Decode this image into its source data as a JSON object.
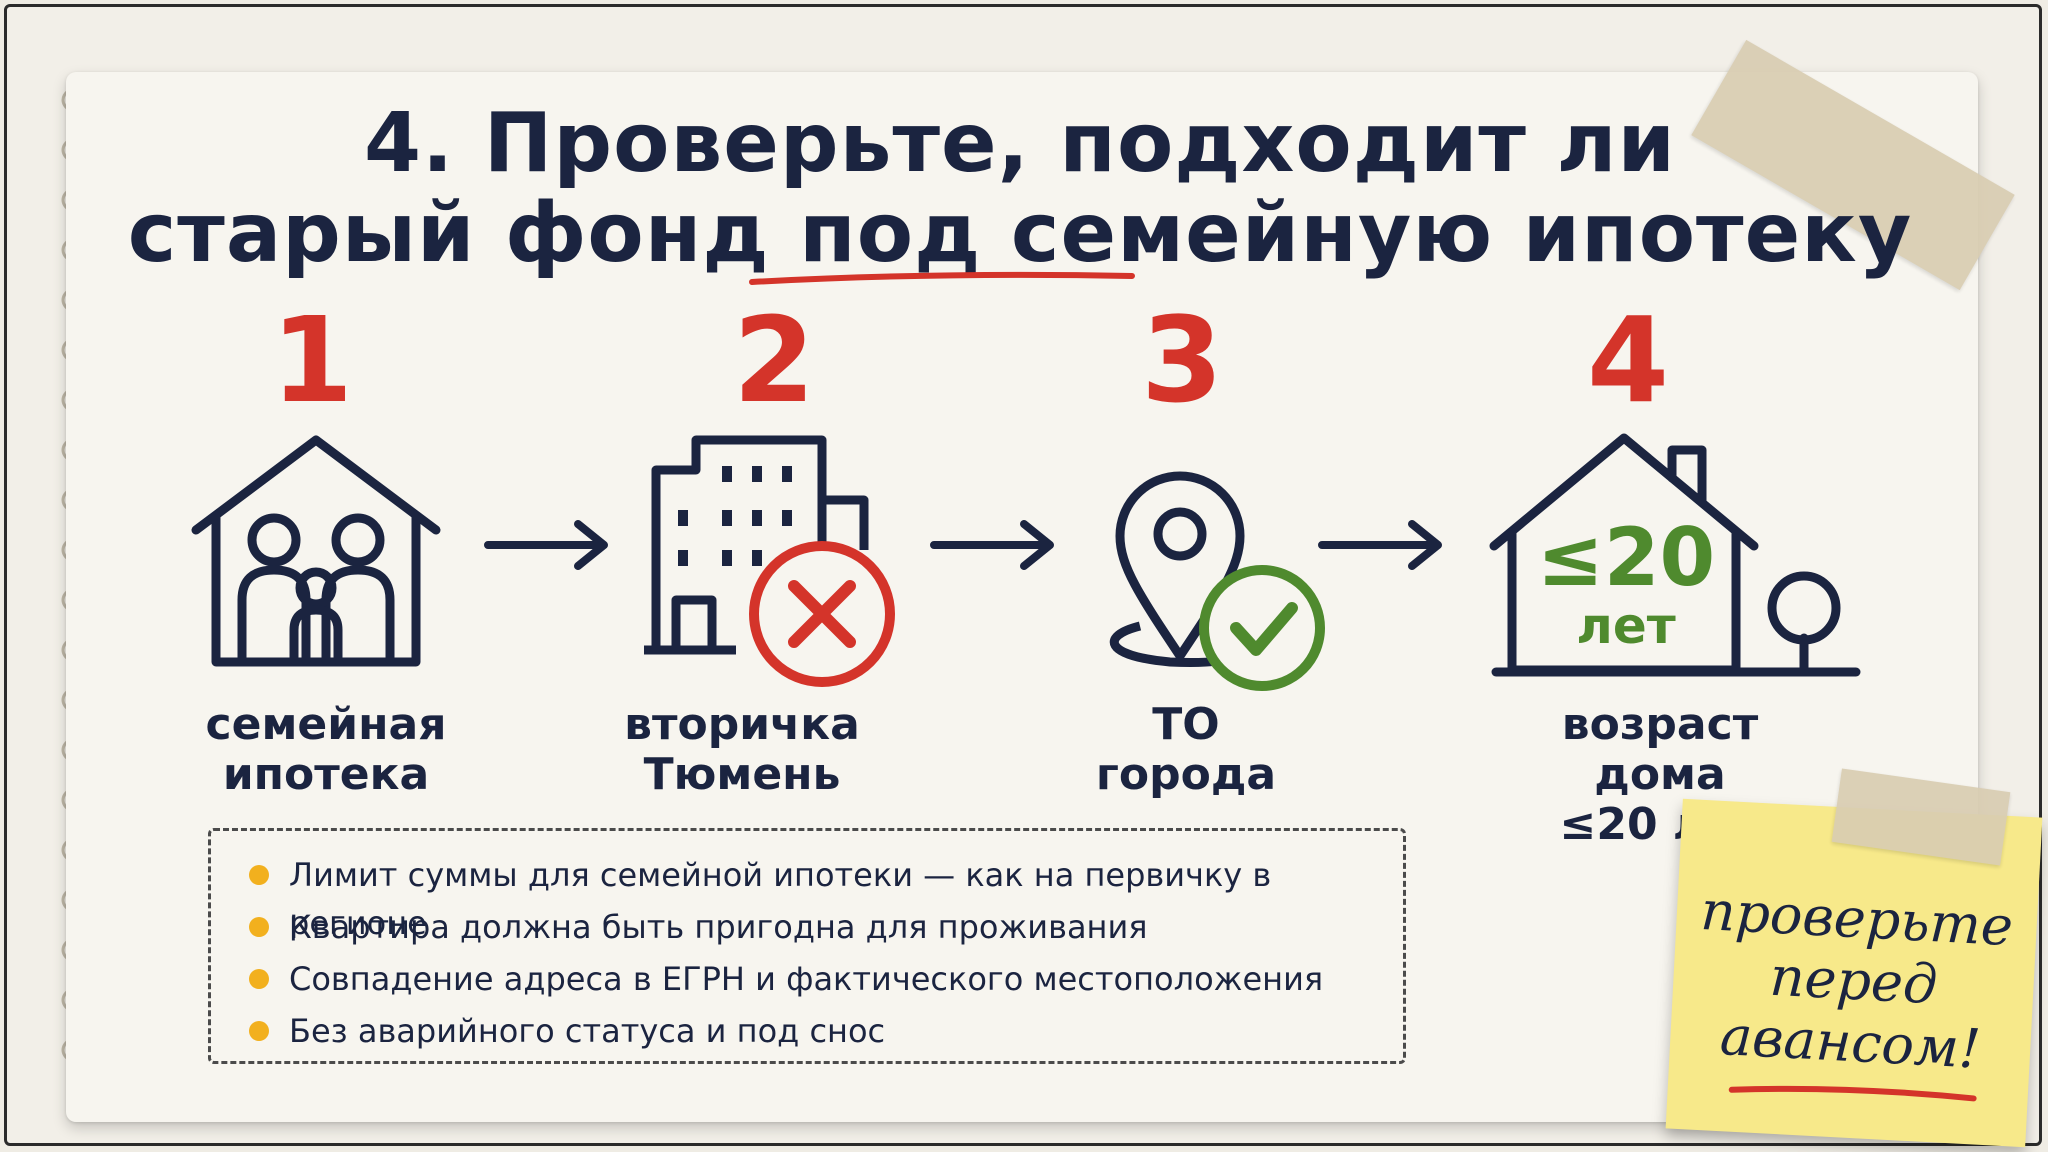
{
  "title": {
    "line1": "4. Проверьте, подходит ли",
    "line2": "старый фонд под семейную ипотеку"
  },
  "steps": [
    {
      "number": "1",
      "icon": "family-house-icon",
      "label_line1": "семейная",
      "label_line2": "ипотека"
    },
    {
      "number": "2",
      "icon": "building-cross-icon",
      "label_line1": "вторичка",
      "label_line2": "Тюмень"
    },
    {
      "number": "3",
      "icon": "location-check-icon",
      "label_line1": "ТО",
      "label_line2": "города"
    },
    {
      "number": "4",
      "icon": "house-tree-icon",
      "label_line1": "возраст дома",
      "label_line2": "≤20 лет",
      "badge_line1": "≤20",
      "badge_line2": "лет"
    }
  ],
  "arrows": [
    "arrow-right-icon",
    "arrow-right-icon",
    "arrow-right-icon"
  ],
  "bullets": [
    "Лимит суммы для семейной ипотеки — как на первичку в регионе",
    "Квартира должна быть пригодна для проживания",
    "Совпадение адреса в ЕГРН и фактического местоположения",
    "Без аварийного статуса и под снос"
  ],
  "sticky_note": {
    "line1": "проверьте",
    "line2": "перед",
    "line3": "авансом!"
  },
  "colors": {
    "navy": "#1b2440",
    "red": "#d4342a",
    "green": "#4f8a2e",
    "bullet": "#f2b01e",
    "sticky": "#f7e98a"
  }
}
